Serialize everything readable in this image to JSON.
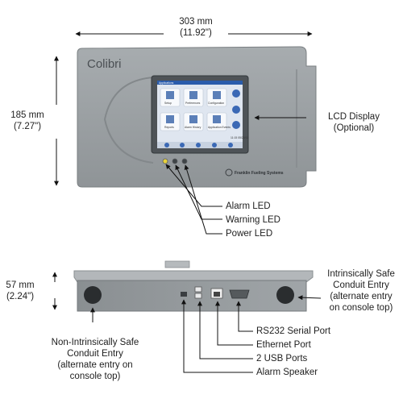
{
  "dimensions": {
    "width": {
      "mm": "303 mm",
      "in": "(11.92\")"
    },
    "height": {
      "mm": "185 mm",
      "in": "(7.27\")"
    },
    "depth": {
      "mm": "57 mm",
      "in": "(2.24\")"
    }
  },
  "device": {
    "brand": "Colibri",
    "maker": "Franklin Fueling Systems",
    "screen": {
      "title": "Applications",
      "apps": [
        "Setup",
        "Preferences",
        "Configuration",
        "Reports",
        "Alarm History",
        "Application Events"
      ],
      "date": "11:15 05/20/11"
    }
  },
  "callouts": {
    "lcd": [
      "LCD Display",
      "(Optional)"
    ],
    "alarm_led": "Alarm LED",
    "warning_led": "Warning LED",
    "power_led": "Power LED",
    "intrinsic": [
      "Intrinsically Safe",
      "Conduit Entry",
      "(alternate entry",
      "on console top)"
    ],
    "non_intrinsic": [
      "Non-Intrinsically Safe",
      "Conduit Entry",
      "(alternate entry on",
      "console top)"
    ],
    "rs232": "RS232 Serial Port",
    "ethernet": "Ethernet Port",
    "usb": "2 USB Ports",
    "speaker": "Alarm Speaker"
  },
  "colors": {
    "housing": "#9da2a5",
    "housing_dark": "#7e8386",
    "screen_bg": "#dfe6f0",
    "led_yellow": "#e8d23a"
  }
}
